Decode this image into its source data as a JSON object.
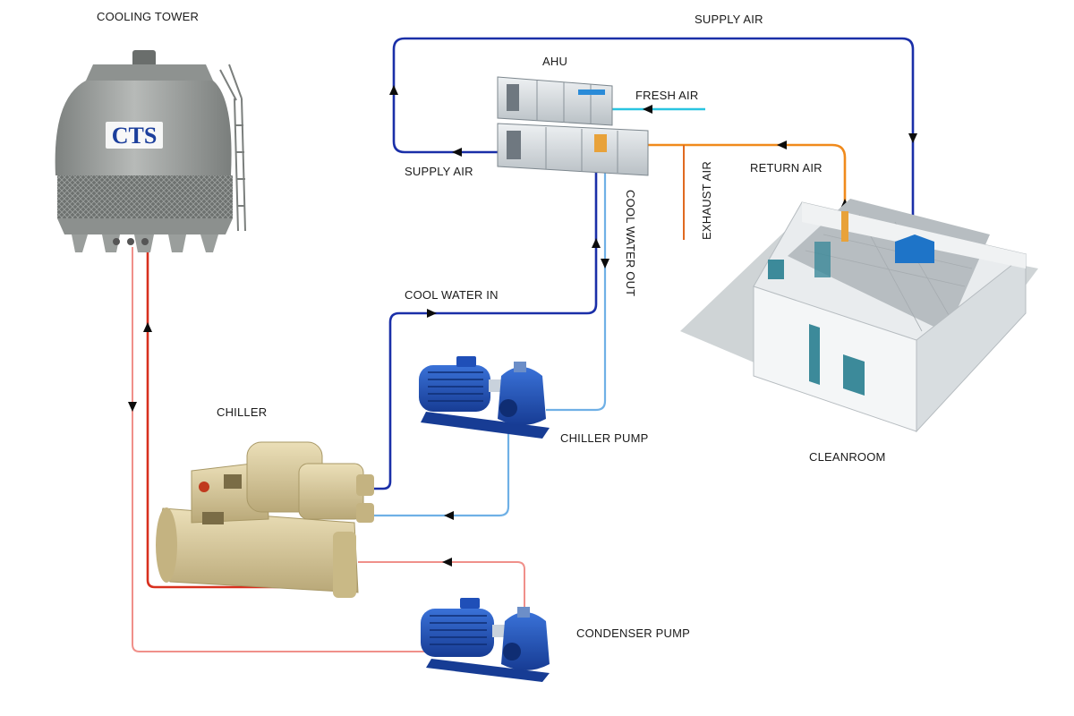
{
  "labels": {
    "cooling_tower": "COOLING TOWER",
    "supply_air_top": "SUPPLY AIR",
    "ahu": "AHU",
    "fresh_air": "FRESH AIR",
    "supply_air_left": "SUPPLY AIR",
    "return_air": "RETURN AIR",
    "exhaust_air": "EXHAUST AIR",
    "cool_water_out": "COOL WATER OUT",
    "cool_water_in": "COOL WATER IN",
    "chiller": "CHILLER",
    "chiller_pump": "CHILLER PUMP",
    "cleanroom": "CLEANROOM",
    "condenser_pump": "CONDENSER PUMP"
  },
  "tower_logo": "CTS",
  "colors": {
    "supply_air": "#1a2fa8",
    "fresh_air": "#29c4e0",
    "return_air": "#f08a1c",
    "exhaust_air": "#e06a20",
    "cool_water_in": "#1a2fa8",
    "cool_water_out": "#6fb0e6",
    "condenser_hot": "#d8301e",
    "condenser_return": "#f0908a",
    "pump_body": "#1f4fb8",
    "chiller_body": "#d8c89a",
    "tower_body": "#9ea2a0",
    "cleanroom_wall": "#e6e9ea",
    "cleanroom_door": "#3c8a9a"
  }
}
